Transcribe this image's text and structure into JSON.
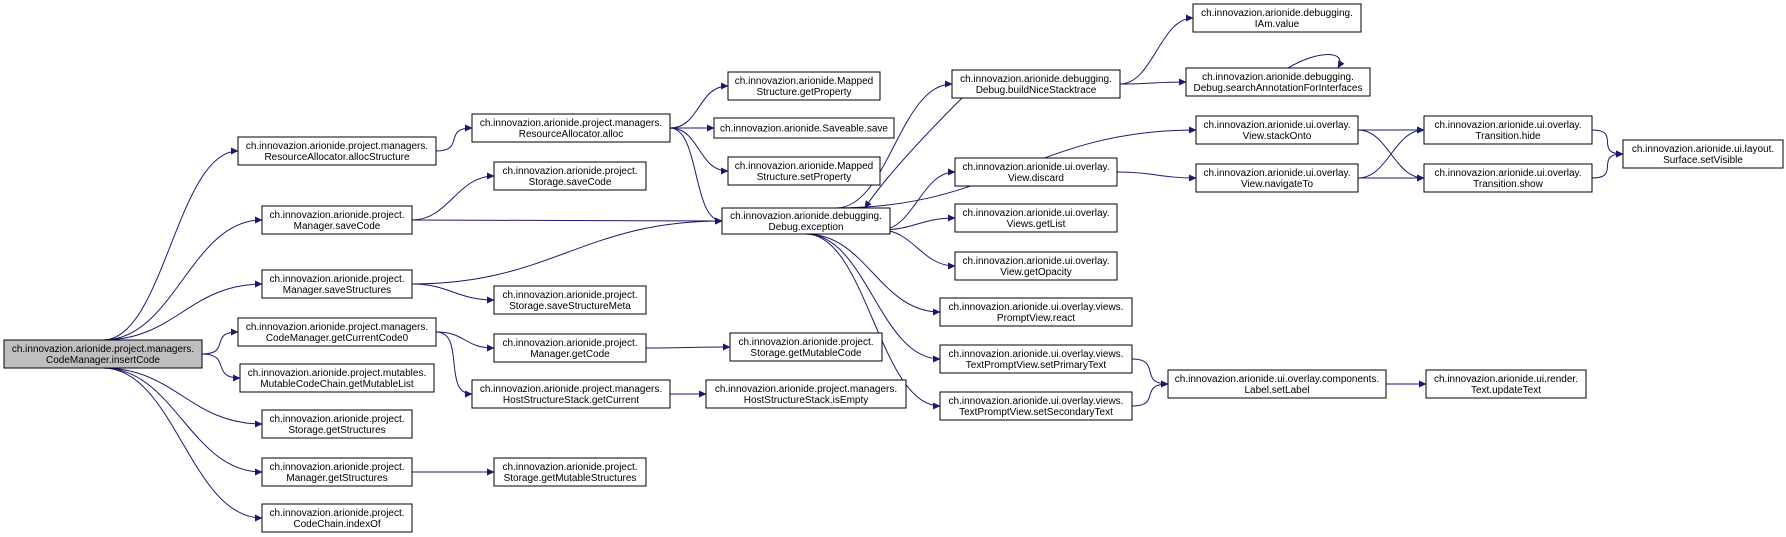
{
  "diagram": {
    "type": "call-graph",
    "colors": {
      "edge": "#191970",
      "root_fill": "#bfbfbf",
      "node_fill": "#ffffff",
      "node_border": "#000000"
    },
    "nodes": [
      {
        "id": "insertCode",
        "lines": [
          "ch.innovazion.arionide.project.managers.",
          "CodeManager.insertCode"
        ],
        "root": true
      },
      {
        "id": "allocStructure",
        "lines": [
          "ch.innovazion.arionide.project.managers.",
          "ResourceAllocator.allocStructure"
        ]
      },
      {
        "id": "saveCode",
        "lines": [
          "ch.innovazion.arionide.project.",
          "Manager.saveCode"
        ]
      },
      {
        "id": "saveStructures",
        "lines": [
          "ch.innovazion.arionide.project.",
          "Manager.saveStructures"
        ]
      },
      {
        "id": "getCurrentCode0",
        "lines": [
          "ch.innovazion.arionide.project.managers.",
          "CodeManager.getCurrentCode0"
        ]
      },
      {
        "id": "getMutableList",
        "lines": [
          "ch.innovazion.arionide.project.mutables.",
          "MutableCodeChain.getMutableList"
        ]
      },
      {
        "id": "storageGetStructures",
        "lines": [
          "ch.innovazion.arionide.project.",
          "Storage.getStructures"
        ]
      },
      {
        "id": "managerGetStructures",
        "lines": [
          "ch.innovazion.arionide.project.",
          "Manager.getStructures"
        ]
      },
      {
        "id": "indexOf",
        "lines": [
          "ch.innovazion.arionide.project.",
          "CodeChain.indexOf"
        ]
      },
      {
        "id": "alloc",
        "lines": [
          "ch.innovazion.arionide.project.managers.",
          "ResourceAllocator.alloc"
        ]
      },
      {
        "id": "storageSaveCode",
        "lines": [
          "ch.innovazion.arionide.project.",
          "Storage.saveCode"
        ]
      },
      {
        "id": "saveStructureMeta",
        "lines": [
          "ch.innovazion.arionide.project.",
          "Storage.saveStructureMeta"
        ]
      },
      {
        "id": "managerGetCode",
        "lines": [
          "ch.innovazion.arionide.project.",
          "Manager.getCode"
        ]
      },
      {
        "id": "hssGetCurrent",
        "lines": [
          "ch.innovazion.arionide.project.managers.",
          "HostStructureStack.getCurrent"
        ]
      },
      {
        "id": "getMutableStructures",
        "lines": [
          "ch.innovazion.arionide.project.",
          "Storage.getMutableStructures"
        ]
      },
      {
        "id": "getProperty",
        "lines": [
          "ch.innovazion.arionide.Mapped",
          "Structure.getProperty"
        ]
      },
      {
        "id": "saveableSave",
        "lines": [
          "ch.innovazion.arionide.Saveable.save"
        ]
      },
      {
        "id": "setProperty",
        "lines": [
          "ch.innovazion.arionide.Mapped",
          "Structure.setProperty"
        ]
      },
      {
        "id": "exception",
        "lines": [
          "ch.innovazion.arionide.debugging.",
          "Debug.exception"
        ]
      },
      {
        "id": "getMutableCode",
        "lines": [
          "ch.innovazion.arionide.project.",
          "Storage.getMutableCode"
        ]
      },
      {
        "id": "isEmpty",
        "lines": [
          "ch.innovazion.arionide.project.managers.",
          "HostStructureStack.isEmpty"
        ]
      },
      {
        "id": "buildNiceStacktrace",
        "lines": [
          "ch.innovazion.arionide.debugging.",
          "Debug.buildNiceStacktrace"
        ]
      },
      {
        "id": "discard",
        "lines": [
          "ch.innovazion.arionide.ui.overlay.",
          "View.discard"
        ]
      },
      {
        "id": "getList",
        "lines": [
          "ch.innovazion.arionide.ui.overlay.",
          "Views.getList"
        ]
      },
      {
        "id": "getOpacity",
        "lines": [
          "ch.innovazion.arionide.ui.overlay.",
          "View.getOpacity"
        ]
      },
      {
        "id": "react",
        "lines": [
          "ch.innovazion.arionide.ui.overlay.views.",
          "PromptView.react"
        ]
      },
      {
        "id": "setPrimaryText",
        "lines": [
          "ch.innovazion.arionide.ui.overlay.views.",
          "TextPromptView.setPrimaryText"
        ]
      },
      {
        "id": "setSecondaryText",
        "lines": [
          "ch.innovazion.arionide.ui.overlay.views.",
          "TextPromptView.setSecondaryText"
        ]
      },
      {
        "id": "iamValue",
        "lines": [
          "ch.innovazion.arionide.debugging.",
          "IAm.value"
        ]
      },
      {
        "id": "searchAnnotation",
        "lines": [
          "ch.innovazion.arionide.debugging.",
          "Debug.searchAnnotationForInterfaces"
        ]
      },
      {
        "id": "stackOnto",
        "lines": [
          "ch.innovazion.arionide.ui.overlay.",
          "View.stackOnto"
        ]
      },
      {
        "id": "navigateTo",
        "lines": [
          "ch.innovazion.arionide.ui.overlay.",
          "View.navigateTo"
        ]
      },
      {
        "id": "setLabel",
        "lines": [
          "ch.innovazion.arionide.ui.overlay.components.",
          "Label.setLabel"
        ]
      },
      {
        "id": "transitionHide",
        "lines": [
          "ch.innovazion.arionide.ui.overlay.",
          "Transition.hide"
        ]
      },
      {
        "id": "transitionShow",
        "lines": [
          "ch.innovazion.arionide.ui.overlay.",
          "Transition.show"
        ]
      },
      {
        "id": "updateText",
        "lines": [
          "ch.innovazion.arionide.ui.render.",
          "Text.updateText"
        ]
      },
      {
        "id": "setVisible",
        "lines": [
          "ch.innovazion.arionide.ui.layout.",
          "Surface.setVisible"
        ]
      }
    ],
    "edges": [
      [
        "insertCode",
        "allocStructure"
      ],
      [
        "insertCode",
        "saveCode"
      ],
      [
        "insertCode",
        "saveStructures"
      ],
      [
        "insertCode",
        "getCurrentCode0"
      ],
      [
        "insertCode",
        "getMutableList"
      ],
      [
        "insertCode",
        "storageGetStructures"
      ],
      [
        "insertCode",
        "managerGetStructures"
      ],
      [
        "insertCode",
        "indexOf"
      ],
      [
        "allocStructure",
        "alloc"
      ],
      [
        "alloc",
        "getProperty"
      ],
      [
        "alloc",
        "saveableSave"
      ],
      [
        "alloc",
        "setProperty"
      ],
      [
        "alloc",
        "exception"
      ],
      [
        "saveCode",
        "storageSaveCode"
      ],
      [
        "saveCode",
        "exception"
      ],
      [
        "saveStructures",
        "exception"
      ],
      [
        "saveStructures",
        "saveStructureMeta"
      ],
      [
        "getCurrentCode0",
        "managerGetCode"
      ],
      [
        "getCurrentCode0",
        "hssGetCurrent"
      ],
      [
        "managerGetCode",
        "getMutableCode"
      ],
      [
        "hssGetCurrent",
        "isEmpty"
      ],
      [
        "managerGetStructures",
        "getMutableStructures"
      ],
      [
        "exception",
        "buildNiceStacktrace"
      ],
      [
        "exception",
        "stackOnto"
      ],
      [
        "exception",
        "discard"
      ],
      [
        "exception",
        "getList"
      ],
      [
        "exception",
        "getOpacity"
      ],
      [
        "exception",
        "react"
      ],
      [
        "exception",
        "setPrimaryText"
      ],
      [
        "exception",
        "setSecondaryText"
      ],
      [
        "buildNiceStacktrace",
        "exception"
      ],
      [
        "buildNiceStacktrace",
        "iamValue"
      ],
      [
        "buildNiceStacktrace",
        "searchAnnotation"
      ],
      [
        "searchAnnotation",
        "searchAnnotation"
      ],
      [
        "discard",
        "navigateTo"
      ],
      [
        "stackOnto",
        "transitionHide"
      ],
      [
        "stackOnto",
        "transitionShow"
      ],
      [
        "navigateTo",
        "transitionHide"
      ],
      [
        "navigateTo",
        "transitionShow"
      ],
      [
        "transitionHide",
        "setVisible"
      ],
      [
        "transitionShow",
        "setVisible"
      ],
      [
        "setPrimaryText",
        "setLabel"
      ],
      [
        "setSecondaryText",
        "setLabel"
      ],
      [
        "setLabel",
        "updateText"
      ]
    ]
  }
}
